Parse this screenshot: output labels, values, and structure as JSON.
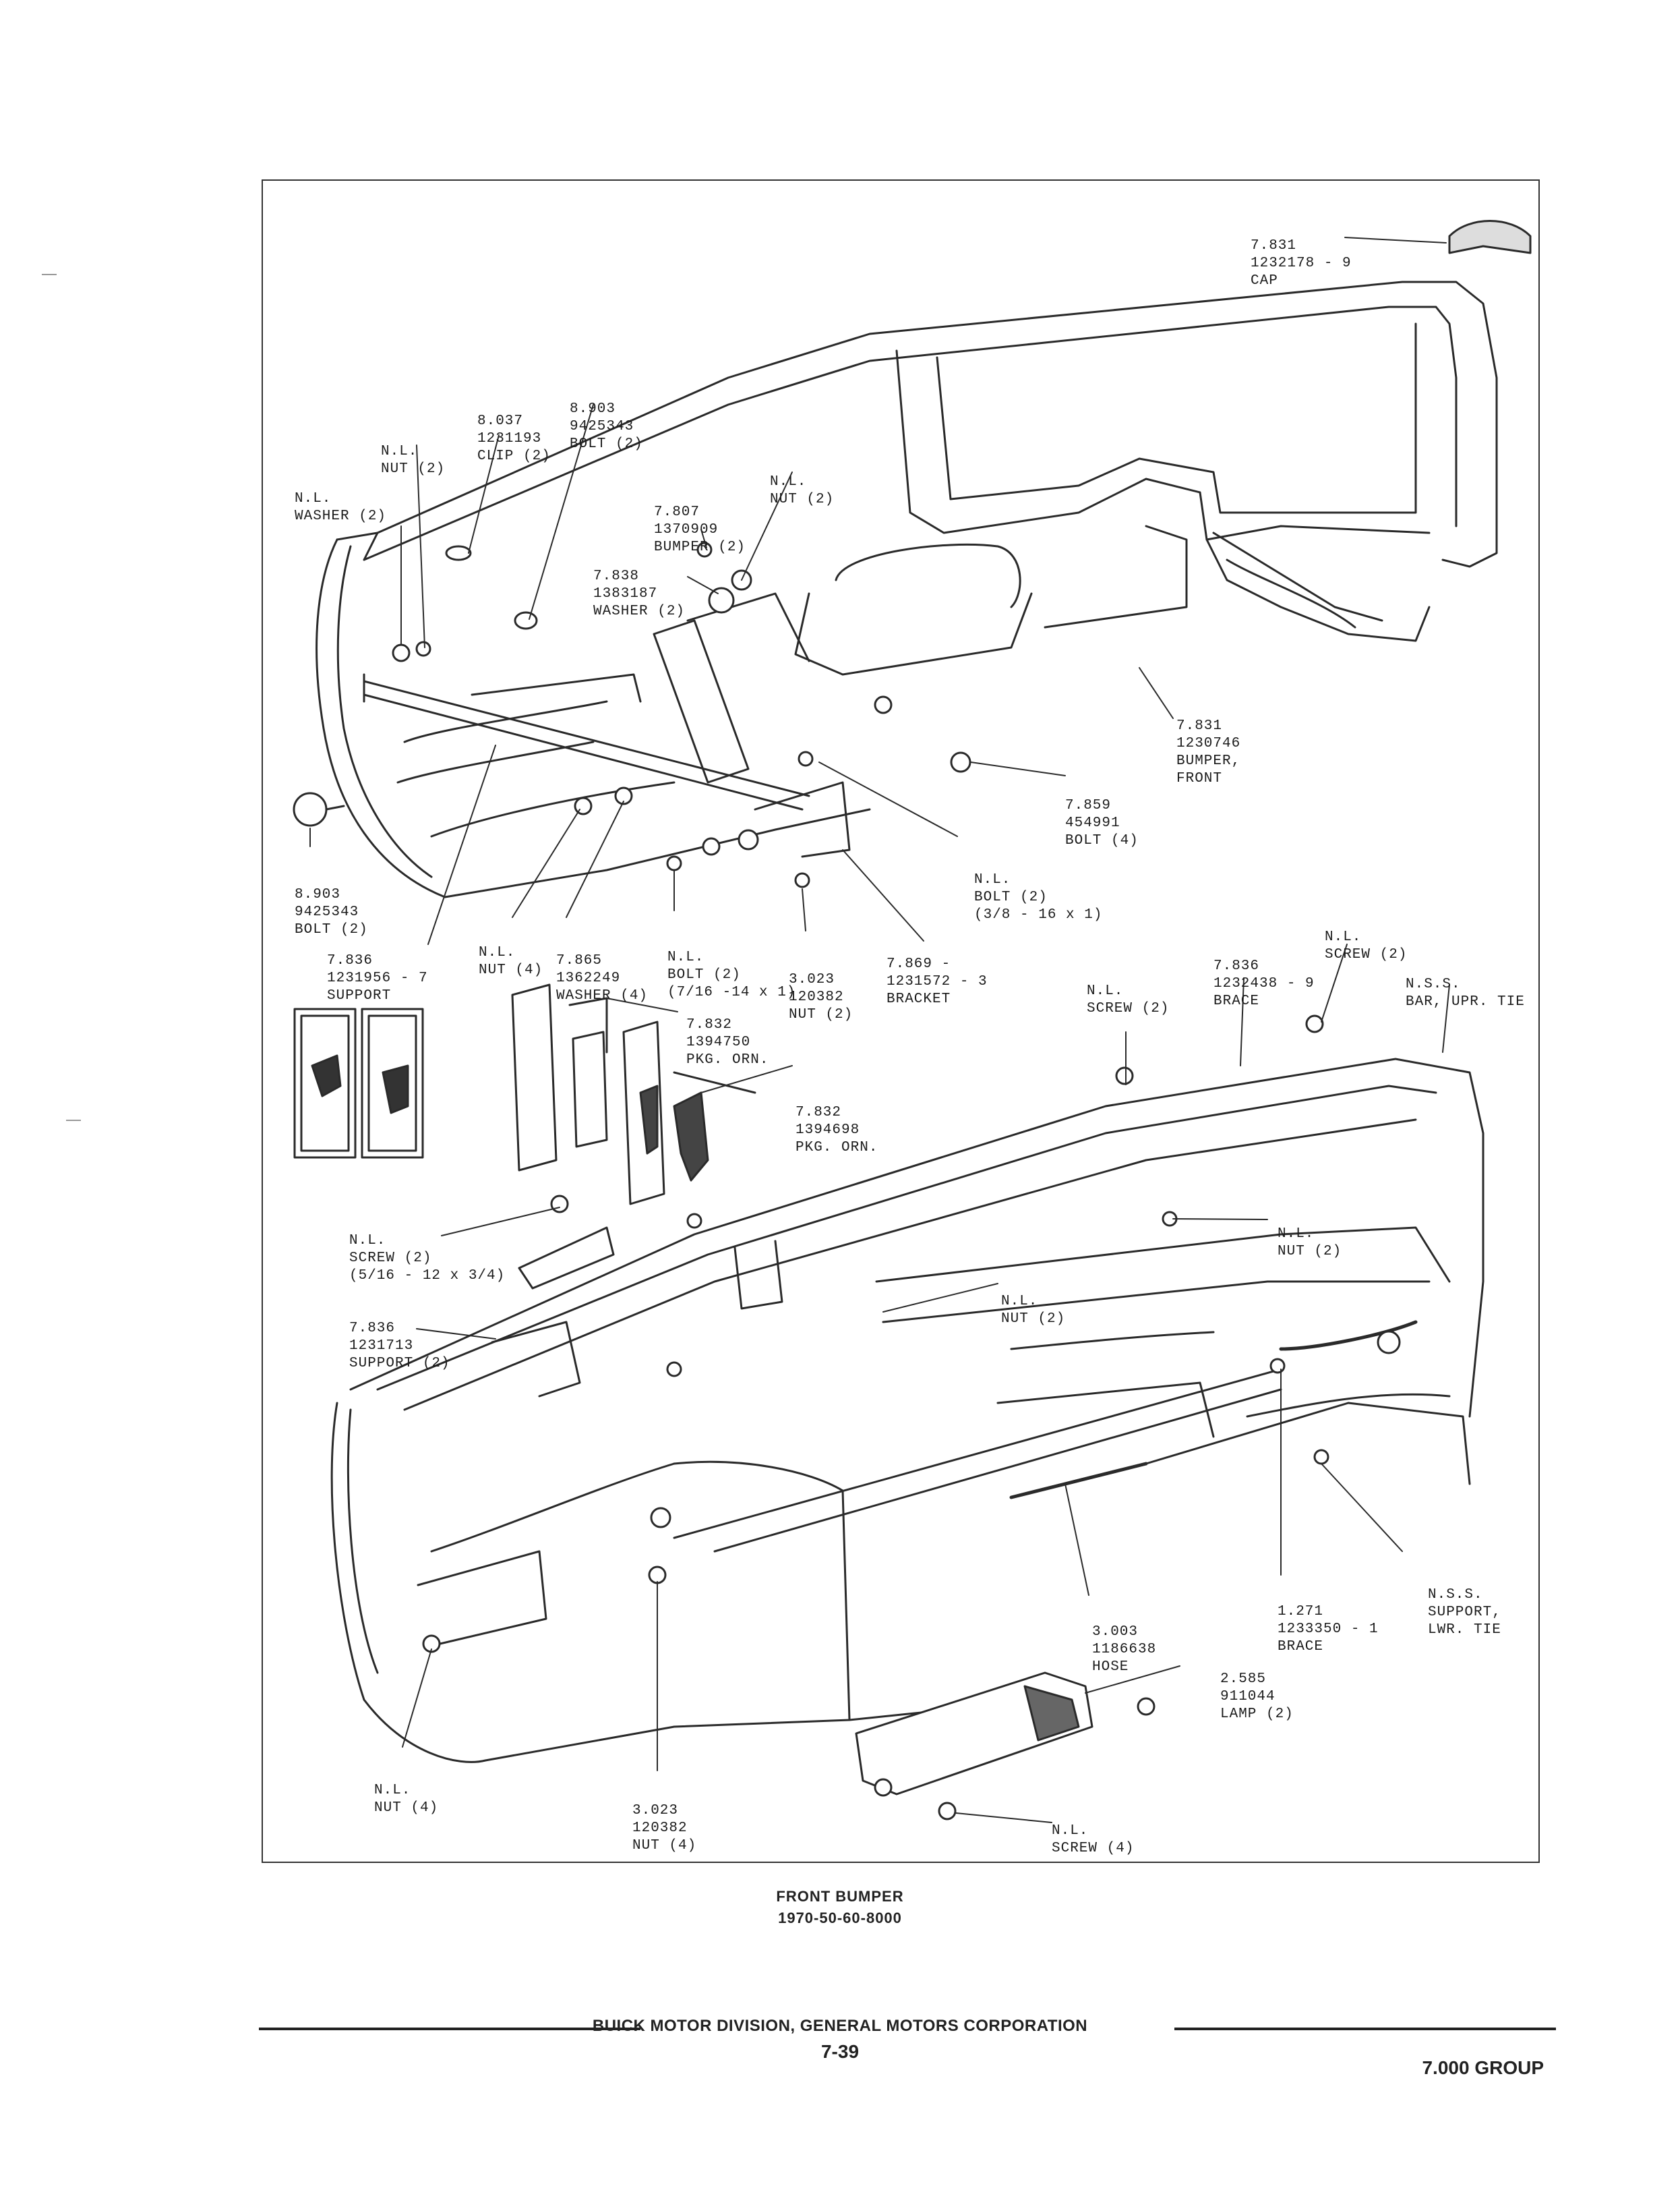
{
  "figure": {
    "caption_title": "FRONT BUMPER",
    "caption_code": "1970-50-60-8000"
  },
  "callouts": [
    {
      "id": "cap",
      "lines": [
        "7.831",
        "1232178 - 9",
        "CAP"
      ]
    },
    {
      "id": "clip",
      "lines": [
        "8.037",
        "1231193",
        "CLIP (2)"
      ]
    },
    {
      "id": "bolt-2-top",
      "lines": [
        "8.903",
        "9425343",
        "BOLT (2)"
      ]
    },
    {
      "id": "nut-2-left",
      "lines": [
        "N.L.",
        "NUT (2)"
      ]
    },
    {
      "id": "washer-2",
      "lines": [
        "N.L.",
        "WASHER (2)"
      ]
    },
    {
      "id": "nut-2-mid",
      "lines": [
        "N.L.",
        "NUT (2)"
      ]
    },
    {
      "id": "bumper-2",
      "lines": [
        "7.807",
        "1370909",
        "BUMPER (2)"
      ]
    },
    {
      "id": "washer-2-mid",
      "lines": [
        "7.838",
        "1383187",
        "WASHER (2)"
      ]
    },
    {
      "id": "bumper-front",
      "lines": [
        "7.831",
        "1230746",
        "BUMPER,",
        "FRONT"
      ]
    },
    {
      "id": "bolt-4",
      "lines": [
        "7.859",
        "454991",
        "BOLT (4)"
      ]
    },
    {
      "id": "bolt-2-nl",
      "lines": [
        "N.L.",
        "BOLT (2)",
        "(3/8 - 16 x 1)"
      ]
    },
    {
      "id": "bolt-2-left",
      "lines": [
        "8.903",
        "9425343",
        "BOLT (2)"
      ]
    },
    {
      "id": "support",
      "lines": [
        "7.836",
        "1231956 - 7",
        "SUPPORT"
      ]
    },
    {
      "id": "nut-4",
      "lines": [
        "N.L.",
        "NUT (4)"
      ]
    },
    {
      "id": "washer-4",
      "lines": [
        "7.865",
        "1362249",
        "WASHER (4)"
      ]
    },
    {
      "id": "bolt-2-716",
      "lines": [
        "N.L.",
        "BOLT (2)",
        "(7/16 -14 x 1)"
      ]
    },
    {
      "id": "nut-2-3023",
      "lines": [
        "3.023",
        "120382",
        "NUT (2)"
      ]
    },
    {
      "id": "bracket",
      "lines": [
        "7.869 -",
        "1231572 - 3",
        "BRACKET"
      ]
    },
    {
      "id": "pkg-orn-1",
      "lines": [
        "7.832",
        "1394750",
        "PKG. ORN."
      ]
    },
    {
      "id": "pkg-orn-2",
      "lines": [
        "7.832",
        "1394698",
        "PKG. ORN."
      ]
    },
    {
      "id": "screw-2-a",
      "lines": [
        "N.L.",
        "SCREW (2)"
      ]
    },
    {
      "id": "brace-upper",
      "lines": [
        "7.836",
        "1232438 - 9",
        "BRACE"
      ]
    },
    {
      "id": "screw-2-b",
      "lines": [
        "N.L.",
        "SCREW (2)"
      ]
    },
    {
      "id": "tie-bar",
      "lines": [
        "N.S.S.",
        "BAR, UPR. TIE"
      ]
    },
    {
      "id": "screw-2-516",
      "lines": [
        "N.L.",
        "SCREW (2)",
        "(5/16 - 12 x 3/4)"
      ]
    },
    {
      "id": "support-2",
      "lines": [
        "7.836",
        "1231713",
        "SUPPORT (2)"
      ]
    },
    {
      "id": "nut-2-right",
      "lines": [
        "N.L.",
        "NUT (2)"
      ]
    },
    {
      "id": "nut-2-center",
      "lines": [
        "N.L.",
        "NUT (2)"
      ]
    },
    {
      "id": "lwr-tie",
      "lines": [
        "N.S.S.",
        "SUPPORT,",
        "LWR. TIE"
      ]
    },
    {
      "id": "brace-lower",
      "lines": [
        "1.271",
        "1233350 - 1",
        "BRACE"
      ]
    },
    {
      "id": "hose",
      "lines": [
        "3.003",
        "1186638",
        "HOSE"
      ]
    },
    {
      "id": "lamp",
      "lines": [
        "2.585",
        "911044",
        "LAMP (2)"
      ]
    },
    {
      "id": "nut-4-bottom",
      "lines": [
        "N.L.",
        "NUT (4)"
      ]
    },
    {
      "id": "nut-4-3023",
      "lines": [
        "3.023",
        "120382",
        "NUT (4)"
      ]
    },
    {
      "id": "screw-4",
      "lines": [
        "N.L.",
        "SCREW (4)"
      ]
    }
  ],
  "footer": {
    "company": "BUICK MOTOR DIVISION, GENERAL MOTORS CORPORATION",
    "page": "7-39",
    "group": "7.000 GROUP"
  }
}
